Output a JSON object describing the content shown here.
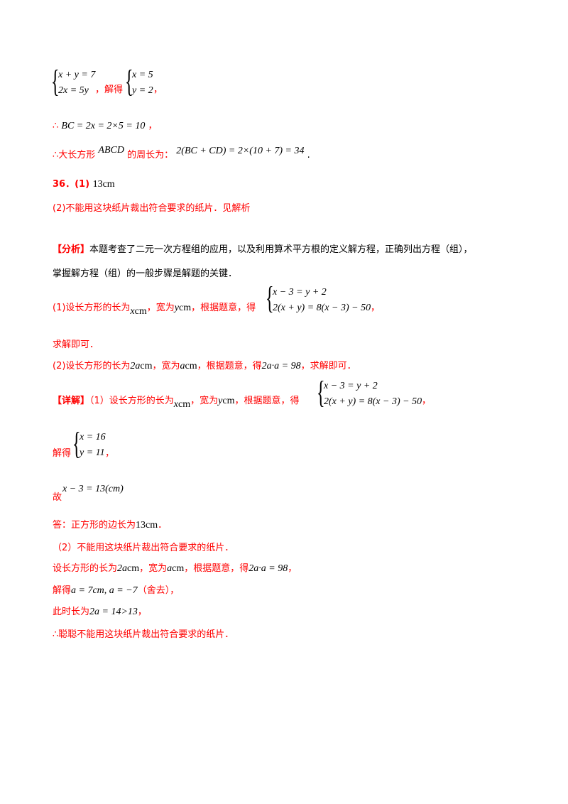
{
  "system1": {
    "row1": "x + y = 7",
    "row2": "2x = 5y",
    "sep": "，解得",
    "row3": "x = 5",
    "row4": "y = 2",
    "end": "，"
  },
  "line_bc": {
    "therefore": "∴",
    "expr": "BC = 2x = 2×5 = 10",
    "end": "，"
  },
  "line_perimeter": {
    "prefix": "∴大长方形",
    "name": "ABCD",
    "middle": "的周长为：",
    "expr": "2(BC + CD) = 2×(10 + 7) = 34",
    "end": "."
  },
  "q36": {
    "num": "36．(1)",
    "ans": "13cm",
    "part2": "(2)不能用这块纸片裁出符合要求的纸片．见解析"
  },
  "analysis": {
    "tag": "【分析】",
    "line1": "本题考查了二元一次方程组的应用，以及利用算术平方根的定义解方程，正确列出方程（组），",
    "line2": "掌握解方程（组）的一般步骤是解题的关键．",
    "p1_a": "(1)设长方形的长为",
    "p1_x": "x",
    "p1_cm1": "cm",
    "p1_b": "，宽为",
    "p1_y": "y",
    "p1_cm2": "cm",
    "p1_c": "，根据题意，得",
    "p1_eq1": "x − 3 = y + 2",
    "p1_eq2": "2(x + y) = 8(x − 3) − 50",
    "p1_end": "，",
    "p1_tail": "求解即可．",
    "p2_a": "(2)设长方形的长为",
    "p2_m1": "2a",
    "p2_cm1": "cm",
    "p2_b": "，宽为",
    "p2_m2": "a",
    "p2_cm2": "cm",
    "p2_c": "，根据题意，得",
    "p2_eq": "2a·a = 98",
    "p2_d": "，求解即可．"
  },
  "detail": {
    "tag": "【详解】",
    "p1_a": "（1）设长方形的长为",
    "x": "x",
    "cm1": "cm",
    "p1_b": "，宽为",
    "y": "y",
    "cm2": "cm",
    "p1_c": "，根据题意，得",
    "eq1": "x − 3 = y + 2",
    "eq2": "2(x + y) = 8(x − 3) − 50",
    "p1_end": "，",
    "solve_label": "解得",
    "sol1": "x = 16",
    "sol2": "y = 11",
    "sol_end": "，",
    "so_label": "故",
    "so_expr": "x − 3 = 13(cm)",
    "answer": "答：正方形的边长为",
    "answer_val": "13cm",
    "answer_end": "．",
    "p2_head": "（2）不能用这块纸片裁出符合要求的纸片．",
    "p2_a": "设长方形的长为",
    "p2_m1": "2a",
    "p2_cm1": "cm",
    "p2_b": "，宽为",
    "p2_m2": "a",
    "p2_cm2": "cm",
    "p2_c": "，根据题意，得",
    "p2_eq": "2a·a = 98",
    "p2_end": "，",
    "solve2_label": "解得",
    "solve2_expr": "a = 7cm, a = −7",
    "solve2_note": "（舍去）",
    "solve2_end": "，",
    "len_label": "此时长为",
    "len_expr": "2a = 14>13",
    "len_end": "，",
    "conclusion": "∴聪聪不能用这块纸片裁出符合要求的纸片．"
  }
}
